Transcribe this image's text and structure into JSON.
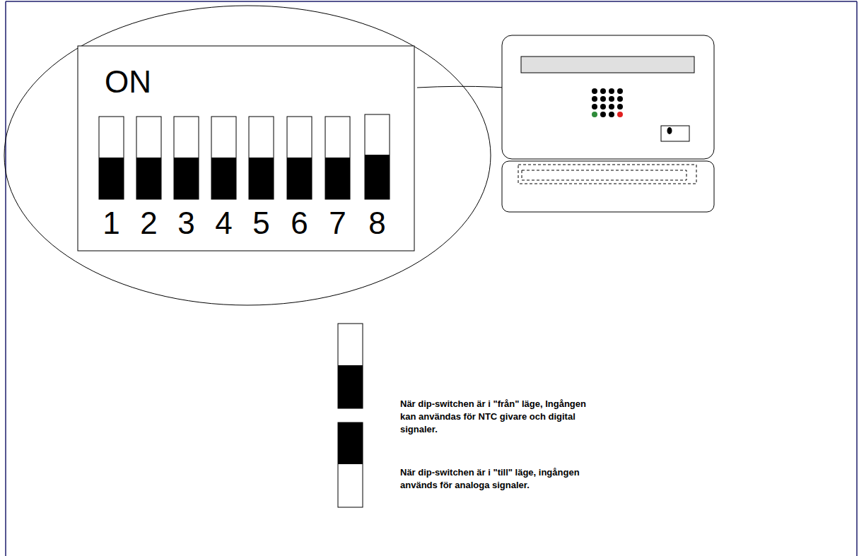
{
  "diagram": {
    "labels": [
      "ON",
      "1",
      "2",
      "3",
      "4",
      "5",
      "6",
      "7",
      "8"
    ],
    "legend": [
      {
        "text": "När dip-switchen är i \"från\" läge, Ingången kan användas för NTC givare och digital signaler."
      },
      {
        "text": "När dip-switchen är i \"till\" läge, ingången används för analoga signaler."
      }
    ]
  }
}
